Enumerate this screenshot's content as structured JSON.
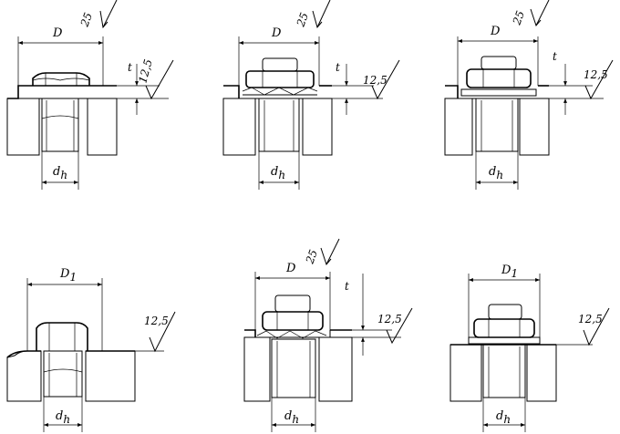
{
  "figures": [
    {
      "id": "fig1",
      "top_dim": "D",
      "roughness_top": "25",
      "depth": "t",
      "roughness_side": "12,5",
      "bottom_dim": "d",
      "bottom_sub": "h"
    },
    {
      "id": "fig2",
      "top_dim": "D",
      "roughness_top": "25",
      "depth": "t",
      "roughness_side": "12,5",
      "bottom_dim": "d",
      "bottom_sub": "h"
    },
    {
      "id": "fig3",
      "top_dim": "D",
      "roughness_top": "25",
      "depth": "t",
      "roughness_side": "12,5",
      "bottom_dim": "d",
      "bottom_sub": "h"
    },
    {
      "id": "fig4",
      "top_dim": "D",
      "top_sub": "1",
      "roughness_side": "12,5",
      "bottom_dim": "d",
      "bottom_sub": "h"
    },
    {
      "id": "fig5",
      "top_dim": "D",
      "roughness_top": "25",
      "depth": "t",
      "roughness_side": "12,5",
      "bottom_dim": "d",
      "bottom_sub": "h"
    },
    {
      "id": "fig6",
      "top_dim": "D",
      "top_sub": "1",
      "roughness_side": "12,5",
      "bottom_dim": "d",
      "bottom_sub": "h"
    }
  ]
}
